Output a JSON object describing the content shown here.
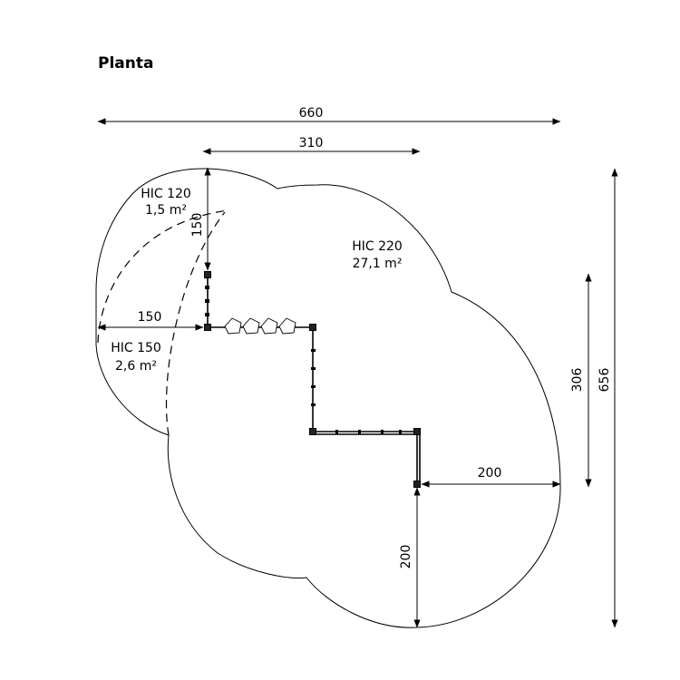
{
  "title": "Planta",
  "dimensions": {
    "total_width": "660",
    "upper_width": "310",
    "left_width": "150",
    "left_height": "150",
    "right_width": "200",
    "bottom_height": "200",
    "right_height": "306",
    "total_height": "656"
  },
  "zones": {
    "hic120": {
      "name": "HIC 120",
      "area": "1,5 m²"
    },
    "hic150": {
      "name": "HIC 150",
      "area": "2,6 m²"
    },
    "hic220": {
      "name": "HIC 220",
      "area": "27,1 m²"
    }
  }
}
